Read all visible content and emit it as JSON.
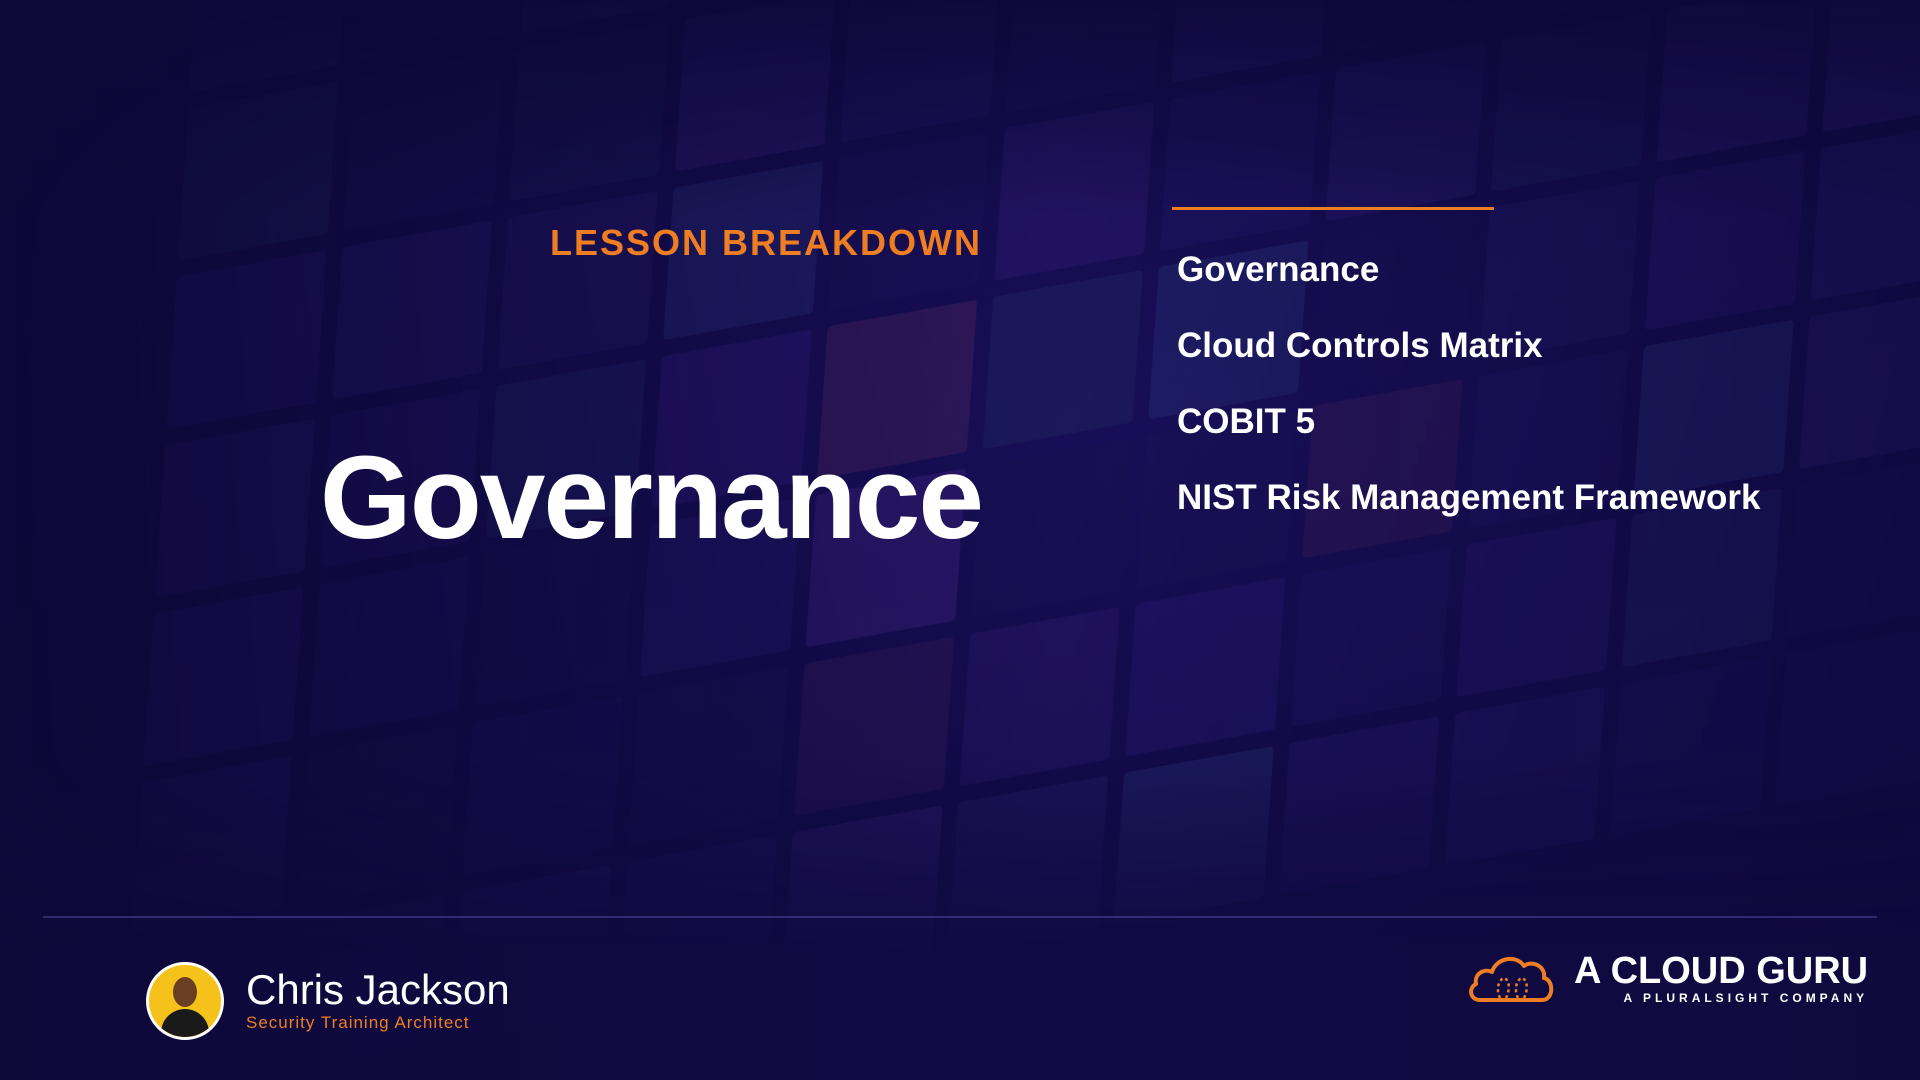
{
  "lesson": {
    "eyebrow": "LESSON BREAKDOWN",
    "title": "Governance"
  },
  "topics": [
    "Governance",
    "Cloud Controls Matrix",
    "COBIT 5",
    "NIST Risk Management Framework"
  ],
  "presenter": {
    "name": "Chris Jackson",
    "role": "Security Training Architect"
  },
  "brand": {
    "name": "A CLOUD GURU",
    "tagline": "A PLURALSIGHT COMPANY"
  },
  "colors": {
    "accent": "#ef7d23",
    "background": "#120b45",
    "text": "#ffffff"
  },
  "icons": {
    "logo": "cloud-logo-icon",
    "avatar": "presenter-avatar"
  }
}
